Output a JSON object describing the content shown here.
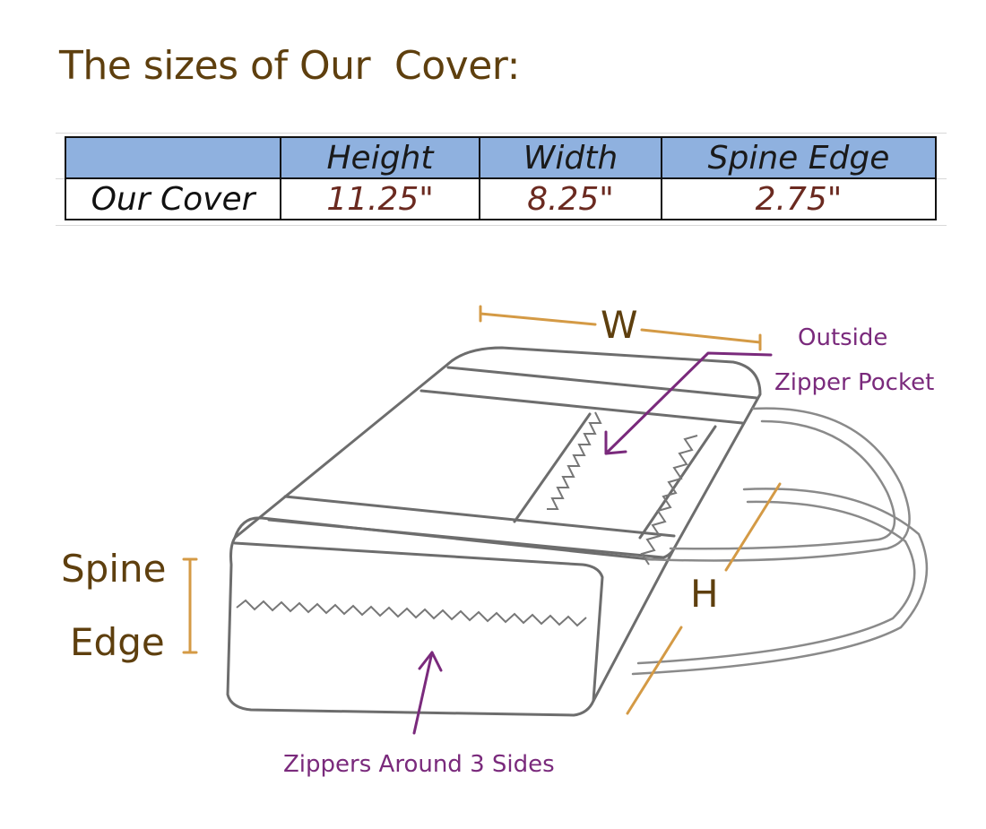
{
  "title": "The sizes of Our  Cover:",
  "table": {
    "headers": [
      "",
      "Height",
      "Width",
      "Spine Edge"
    ],
    "row_label": "Our Cover",
    "values": [
      "11.25\"",
      "8.25\"",
      "2.75\""
    ]
  },
  "diagram": {
    "width_label": "W",
    "height_label": "H",
    "spine_label_line1": "Spine",
    "spine_label_line2": "Edge",
    "pocket_label_line1": "Outside",
    "pocket_label_line2": "Zipper Pocket",
    "zipper_label": "Zippers Around 3 Sides"
  },
  "colors": {
    "title": "#5e3f0e",
    "header_fill": "#8fb1df",
    "value_text": "#6b2a20",
    "dimension_line": "#d49a45",
    "annotation": "#7a2a7c"
  }
}
